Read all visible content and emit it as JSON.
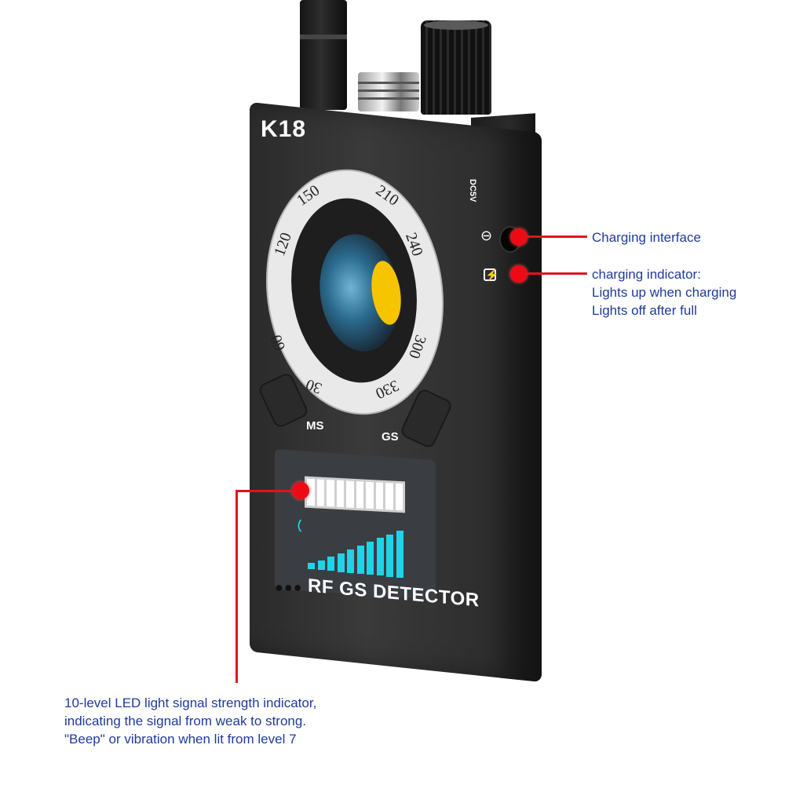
{
  "device": {
    "model": "K18",
    "product_label": "RF GS DETECTOR",
    "button_left_label": "MS",
    "button_right_label": "GS",
    "side_port_label": "DC5V",
    "led_levels": 10,
    "dial_numbers": [
      "150",
      "210",
      "240",
      "120",
      "300",
      "60",
      "30",
      "330"
    ],
    "signal_bar_heights": [
      8,
      12,
      18,
      24,
      30,
      36,
      42,
      48,
      54,
      60
    ],
    "colors": {
      "signal_bars": "#1fd4e8",
      "lens_yellow": "#f7c400",
      "callout_marker": "#ee0a14",
      "callout_text": "#1f3a9c"
    }
  },
  "callouts": {
    "charging_interface": {
      "text": "Charging interface"
    },
    "charging_indicator": {
      "line1": "charging indicator:",
      "line2": "Lights up when charging",
      "line3": "Lights off after full"
    },
    "led_indicator": {
      "line1": "10-level LED light signal strength indicator,",
      "line2": "indicating the signal from weak to strong.",
      "line3": "\"Beep\" or vibration when lit from level 7"
    }
  },
  "icons": {
    "dc_port": "⊖",
    "battery": "⚡",
    "dots": "●●●"
  }
}
